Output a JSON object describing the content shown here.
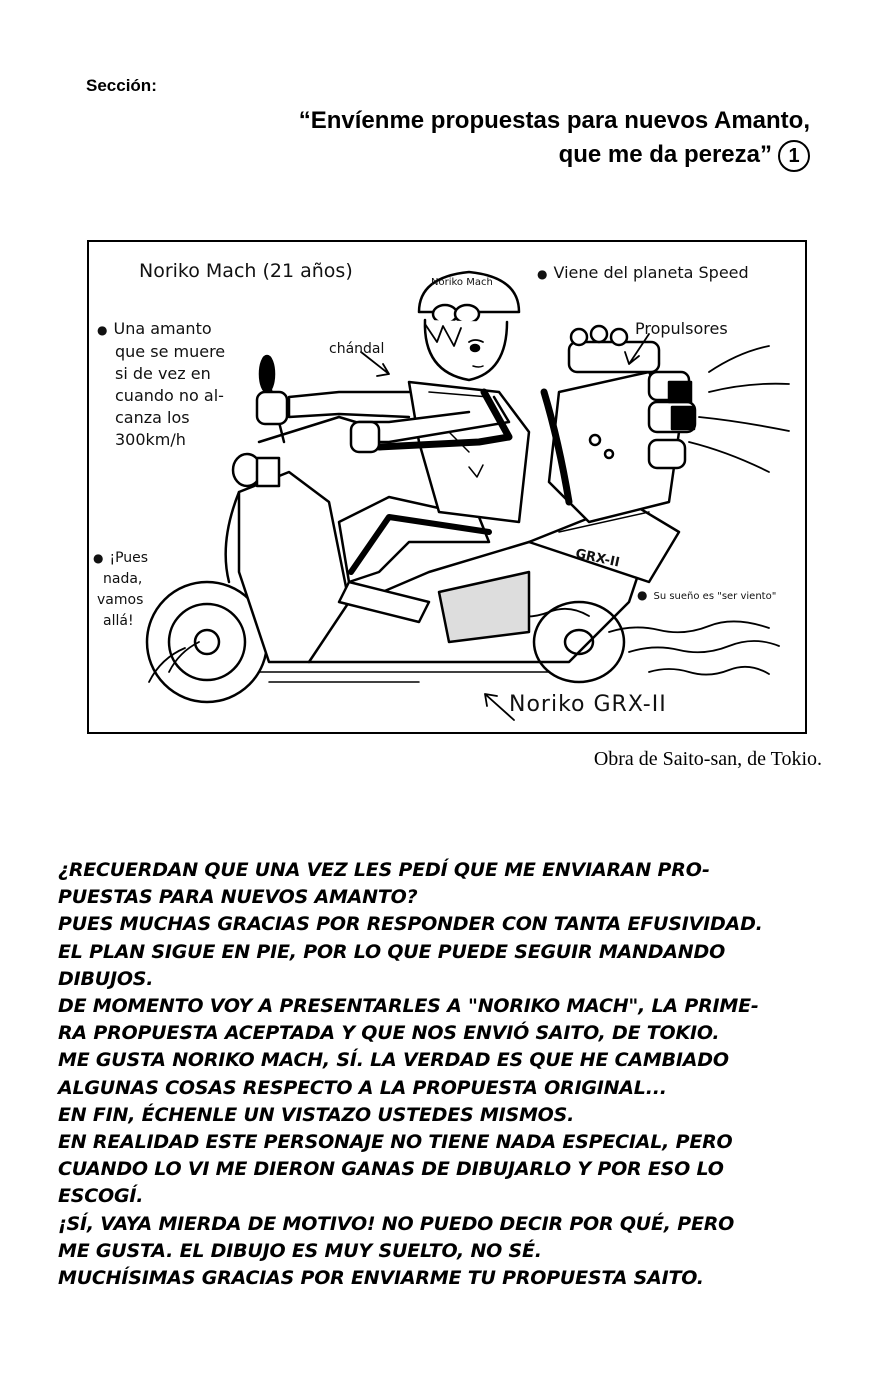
{
  "header": {
    "section_label": "Sección:",
    "title_line1": "“Envíenme propuestas para nuevos Amanto,",
    "title_line2": "que me da pereza”",
    "title_number": "1"
  },
  "illustration": {
    "name_label": "Noriko Mach (21 años)",
    "helmet_text": "Noriko Mach",
    "note_planet": "Viene del planeta Speed",
    "note_amanto": [
      "Una amanto",
      "que se muere",
      "si de vez en",
      "cuando no al-",
      "canza los",
      "300km/h"
    ],
    "label_chandal": "chándal",
    "label_propulsores": "Propulsores",
    "note_pues": [
      "¡Pues",
      "nada,",
      "vamos",
      "allá!"
    ],
    "note_dream": "Su sueño es \"ser viento\"",
    "vehicle_label": "Noriko GRX-II",
    "scooter_text": "GRX-II"
  },
  "credit": "Obra de Saito-san, de Tokio.",
  "body_lines": [
    "¿RECUERDAN QUE UNA VEZ LES PEDÍ QUE ME ENVIARAN PRO-",
    "PUESTAS PARA NUEVOS AMANTO?",
    "PUES MUCHAS GRACIAS POR RESPONDER CON TANTA EFUSIVIDAD.",
    "EL PLAN SIGUE EN PIE, POR LO QUE PUEDE SEGUIR MANDANDO",
    "DIBUJOS.",
    "DE MOMENTO VOY A PRESENTARLES A \"NORIKO MACH\", LA PRIME-",
    "RA PROPUESTA ACEPTADA Y QUE NOS ENVIÓ SAITO, DE TOKIO.",
    "ME GUSTA NORIKO MACH, SÍ. LA VERDAD ES QUE HE CAMBIADO",
    "ALGUNAS COSAS RESPECTO A LA PROPUESTA ORIGINAL...",
    "EN FIN, ÉCHENLE UN VISTAZO USTEDES MISMOS.",
    "EN REALIDAD ESTE PERSONAJE NO TIENE NADA ESPECIAL, PERO",
    "CUANDO LO VI ME DIERON GANAS DE DIBUJARLO Y POR ESO LO",
    "ESCOGÍ.",
    "¡SÍ, VAYA MIERDA DE MOTIVO! NO PUEDO DECIR POR QUÉ, PERO",
    "ME GUSTA. EL DIBUJO ES MUY SUELTO, NO SÉ.",
    "MUCHÍSIMAS GRACIAS POR ENVIARME TU PROPUESTA SAITO."
  ]
}
